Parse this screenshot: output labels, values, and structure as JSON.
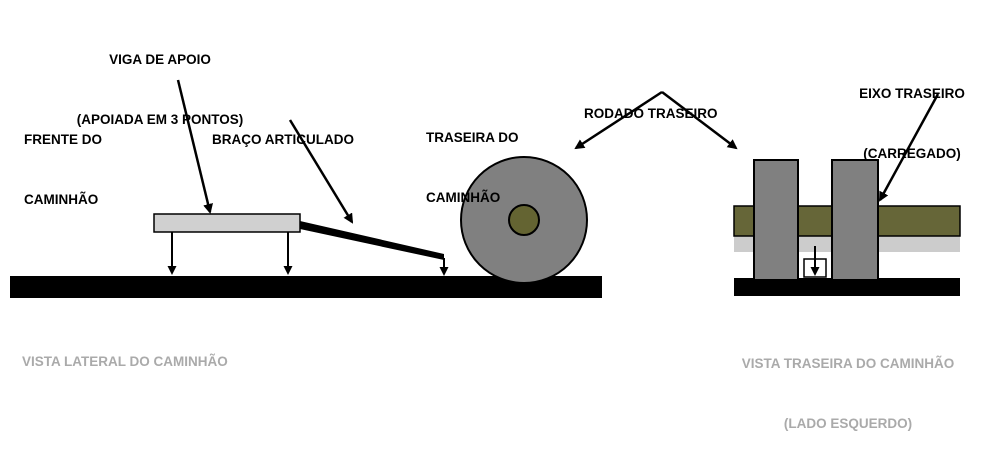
{
  "labels": {
    "beam_line1": "VIGA DE APOIO",
    "beam_line2": "(APOIADA EM 3 PONTOS)",
    "front_line1": "FRENTE DO",
    "front_line2": "CAMINHÃO",
    "arm": "BRAÇO ARTICULADO",
    "rear_line1": "TRASEIRA DO",
    "rear_line2": "CAMINHÃO",
    "wheels": "RODADO TRASEIRO",
    "axle_line1": "EIXO TRASEIRO",
    "axle_line2": "(CARREGADO)"
  },
  "captions": {
    "side_view": "VISTA LATERAL DO CAMINHÃO",
    "rear_view_line1": "VISTA TRASEIRA DO CAMINHÃO",
    "rear_view_line2": "(LADO ESQUERDO)"
  },
  "colors": {
    "ground": "#000000",
    "beam": "#d0d0d0",
    "wheel": "#808080",
    "hub": "#646432",
    "axle": "#666638",
    "axle_under": "#cccccc",
    "caption_text": "#aaaaaa"
  }
}
